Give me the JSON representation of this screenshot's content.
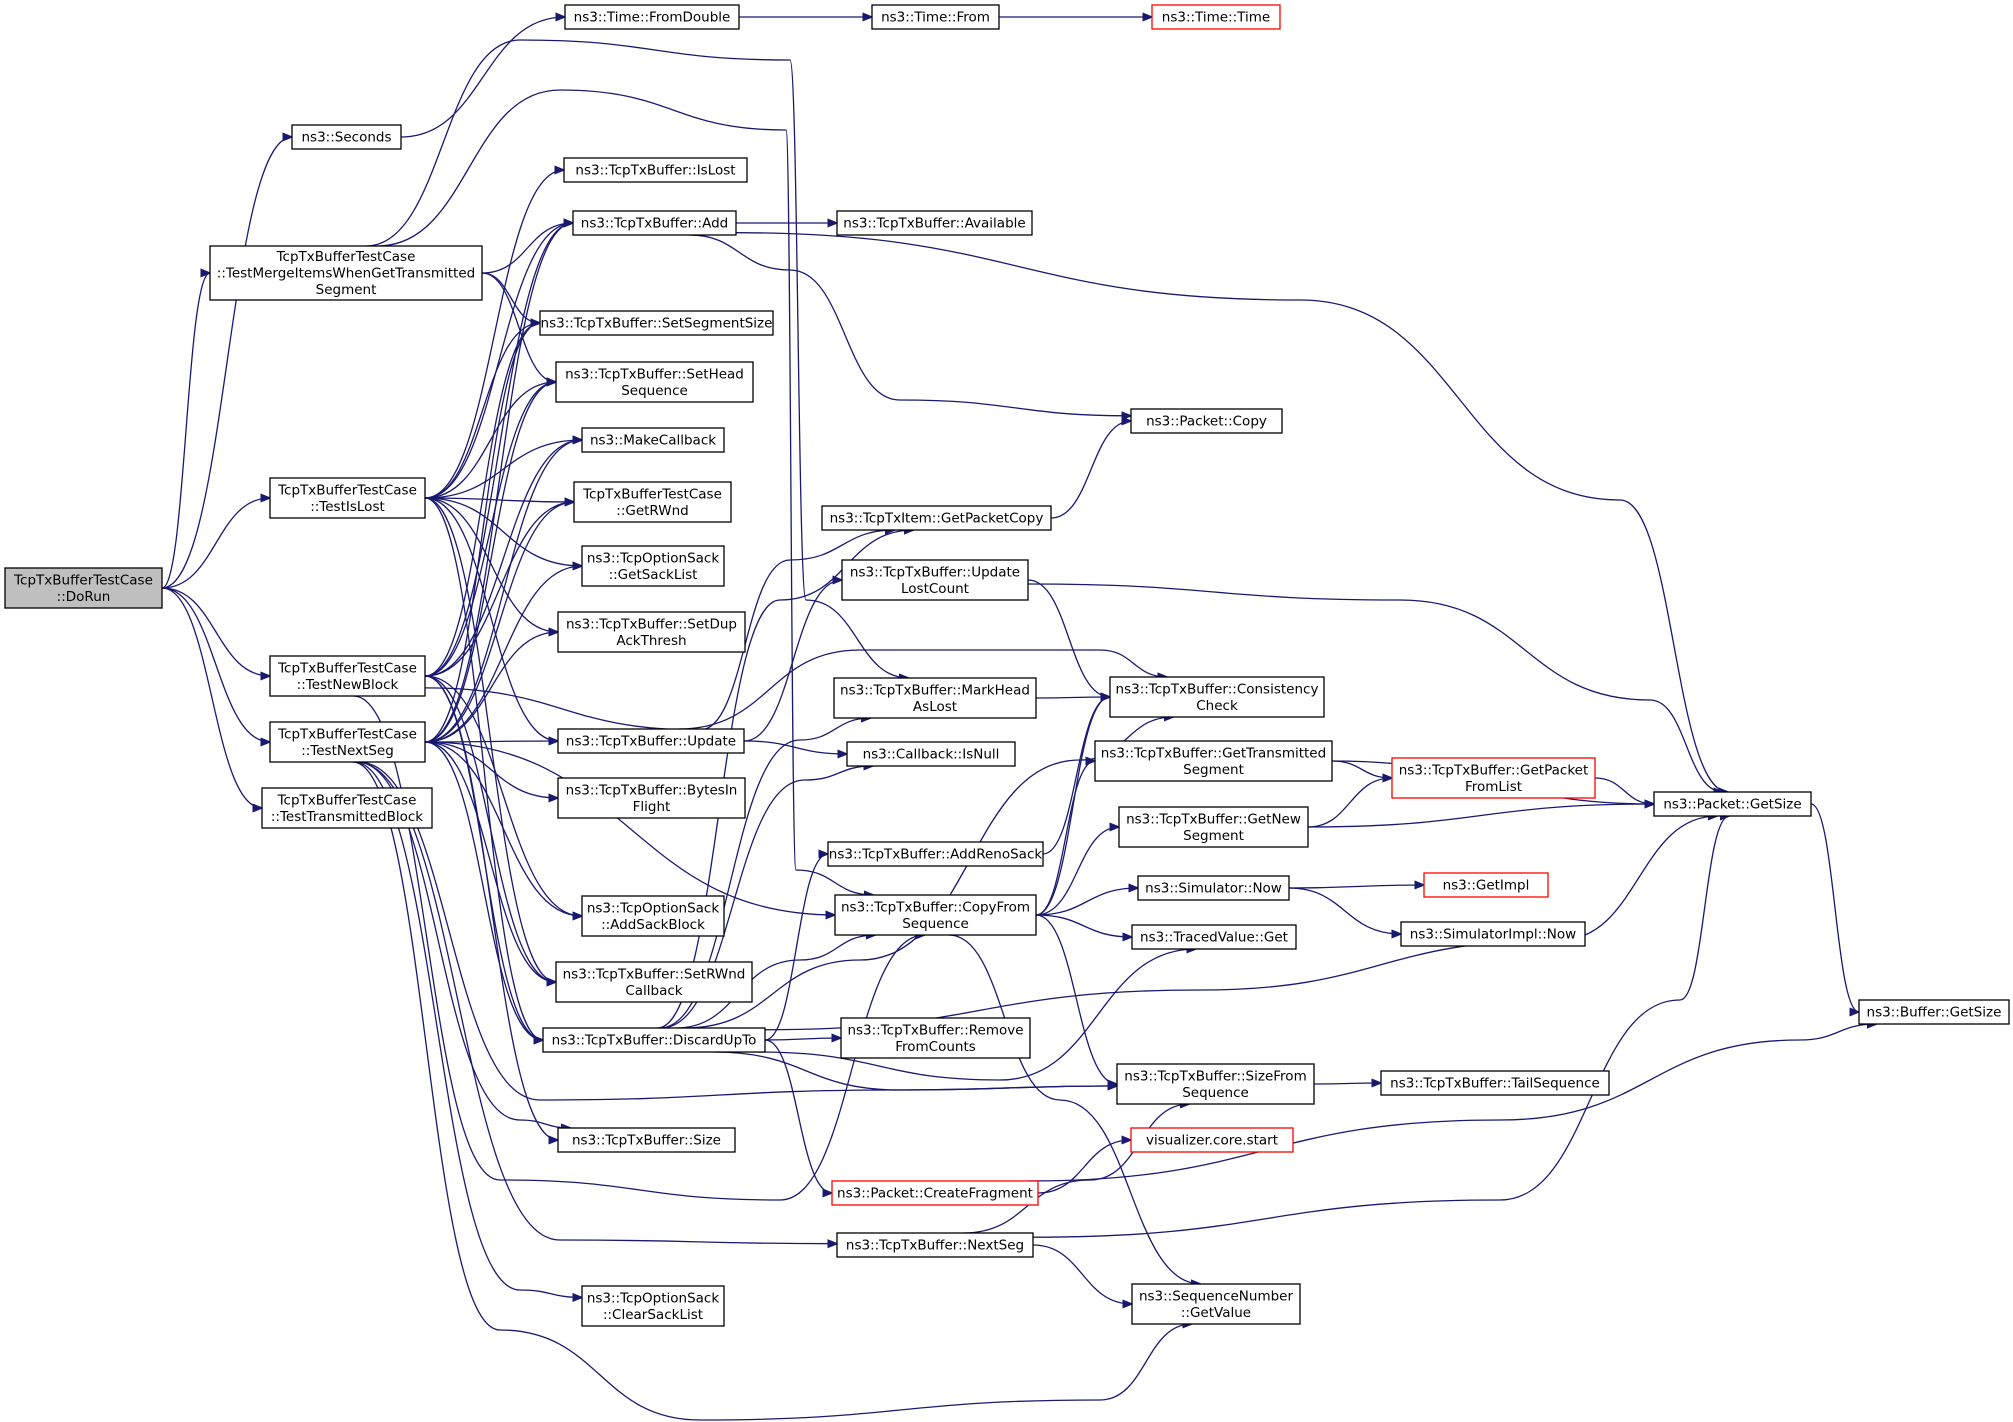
{
  "graph": {
    "colors": {
      "edge": "#191970",
      "root_fill": "#bfbfbf",
      "missing_border": "#ff0000"
    },
    "nodes": [
      {
        "id": "dorun",
        "lines": [
          "TcpTxBufferTestCase",
          "::DoRun"
        ],
        "style": "root"
      },
      {
        "id": "seconds",
        "lines": [
          "ns3::Seconds"
        ]
      },
      {
        "id": "fromdouble",
        "lines": [
          "ns3::Time::FromDouble"
        ]
      },
      {
        "id": "timefrom",
        "lines": [
          "ns3::Time::From"
        ]
      },
      {
        "id": "timetime",
        "lines": [
          "ns3::Time::Time"
        ],
        "style": "red"
      },
      {
        "id": "testmerge",
        "lines": [
          "TcpTxBufferTestCase",
          "::TestMergeItemsWhenGetTransmitted",
          "Segment"
        ]
      },
      {
        "id": "testislost",
        "lines": [
          "TcpTxBufferTestCase",
          "::TestIsLost"
        ]
      },
      {
        "id": "testnewblock",
        "lines": [
          "TcpTxBufferTestCase",
          "::TestNewBlock"
        ]
      },
      {
        "id": "testnextseg",
        "lines": [
          "TcpTxBufferTestCase",
          "::TestNextSeg"
        ]
      },
      {
        "id": "testtransmitted",
        "lines": [
          "TcpTxBufferTestCase",
          "::TestTransmittedBlock"
        ]
      },
      {
        "id": "islost",
        "lines": [
          "ns3::TcpTxBuffer::IsLost"
        ]
      },
      {
        "id": "add",
        "lines": [
          "ns3::TcpTxBuffer::Add"
        ]
      },
      {
        "id": "available",
        "lines": [
          "ns3::TcpTxBuffer::Available"
        ]
      },
      {
        "id": "setsegsize",
        "lines": [
          "ns3::TcpTxBuffer::SetSegmentSize"
        ]
      },
      {
        "id": "sethead",
        "lines": [
          "ns3::TcpTxBuffer::SetHead",
          "Sequence"
        ]
      },
      {
        "id": "makecallback",
        "lines": [
          "ns3::MakeCallback"
        ]
      },
      {
        "id": "getrwnd",
        "lines": [
          "TcpTxBufferTestCase",
          "::GetRWnd"
        ]
      },
      {
        "id": "getsacklist",
        "lines": [
          "ns3::TcpOptionSack",
          "::GetSackList"
        ]
      },
      {
        "id": "setdup",
        "lines": [
          "ns3::TcpTxBuffer::SetDup",
          "AckThresh"
        ]
      },
      {
        "id": "update",
        "lines": [
          "ns3::TcpTxBuffer::Update"
        ]
      },
      {
        "id": "bytesinflight",
        "lines": [
          "ns3::TcpTxBuffer::BytesIn",
          "Flight"
        ]
      },
      {
        "id": "addsackblock",
        "lines": [
          "ns3::TcpOptionSack",
          "::AddSackBlock"
        ]
      },
      {
        "id": "setrwnd",
        "lines": [
          "ns3::TcpTxBuffer::SetRWnd",
          "Callback"
        ]
      },
      {
        "id": "discard",
        "lines": [
          "ns3::TcpTxBuffer::DiscardUpTo"
        ]
      },
      {
        "id": "size",
        "lines": [
          "ns3::TcpTxBuffer::Size"
        ]
      },
      {
        "id": "clearsack",
        "lines": [
          "ns3::TcpOptionSack",
          "::ClearSackList"
        ]
      },
      {
        "id": "packetcopy",
        "lines": [
          "ns3::Packet::Copy"
        ]
      },
      {
        "id": "getpacketcopy",
        "lines": [
          "ns3::TcpTxItem::GetPacketCopy"
        ]
      },
      {
        "id": "updatelost",
        "lines": [
          "ns3::TcpTxBuffer::Update",
          "LostCount"
        ]
      },
      {
        "id": "markhead",
        "lines": [
          "ns3::TcpTxBuffer::MarkHead",
          "AsLost"
        ]
      },
      {
        "id": "isnull",
        "lines": [
          "ns3::Callback::IsNull"
        ]
      },
      {
        "id": "addreno",
        "lines": [
          "ns3::TcpTxBuffer::AddRenoSack"
        ]
      },
      {
        "id": "copyfrom",
        "lines": [
          "ns3::TcpTxBuffer::CopyFrom",
          "Sequence"
        ]
      },
      {
        "id": "removefrom",
        "lines": [
          "ns3::TcpTxBuffer::Remove",
          "FromCounts"
        ]
      },
      {
        "id": "createfrag",
        "lines": [
          "ns3::Packet::CreateFragment"
        ],
        "style": "red"
      },
      {
        "id": "nextseg",
        "lines": [
          "ns3::TcpTxBuffer::NextSeg"
        ]
      },
      {
        "id": "consistency",
        "lines": [
          "ns3::TcpTxBuffer::Consistency",
          "Check"
        ]
      },
      {
        "id": "gettransmitted",
        "lines": [
          "ns3::TcpTxBuffer::GetTransmitted",
          "Segment"
        ]
      },
      {
        "id": "getnewseg",
        "lines": [
          "ns3::TcpTxBuffer::GetNew",
          "Segment"
        ]
      },
      {
        "id": "simnow",
        "lines": [
          "ns3::Simulator::Now"
        ]
      },
      {
        "id": "tracedget",
        "lines": [
          "ns3::TracedValue::Get"
        ]
      },
      {
        "id": "sizefrom",
        "lines": [
          "ns3::TcpTxBuffer::SizeFrom",
          "Sequence"
        ]
      },
      {
        "id": "vizstart",
        "lines": [
          "visualizer.core.start"
        ],
        "style": "red"
      },
      {
        "id": "seqgetvalue",
        "lines": [
          "ns3::SequenceNumber",
          "::GetValue"
        ]
      },
      {
        "id": "getpacketfrom",
        "lines": [
          "ns3::TcpTxBuffer::GetPacket",
          "FromList"
        ],
        "style": "red"
      },
      {
        "id": "packetgetsize",
        "lines": [
          "ns3::Packet::GetSize"
        ]
      },
      {
        "id": "getimpl",
        "lines": [
          "ns3::GetImpl"
        ],
        "style": "red"
      },
      {
        "id": "simimplnow",
        "lines": [
          "ns3::SimulatorImpl::Now"
        ]
      },
      {
        "id": "tailseq",
        "lines": [
          "ns3::TcpTxBuffer::TailSequence"
        ]
      },
      {
        "id": "buffergetsize",
        "lines": [
          "ns3::Buffer::GetSize"
        ]
      }
    ],
    "edges": [
      [
        "dorun",
        "seconds"
      ],
      [
        "dorun",
        "testmerge"
      ],
      [
        "dorun",
        "testislost"
      ],
      [
        "dorun",
        "testnewblock"
      ],
      [
        "dorun",
        "testnextseg"
      ],
      [
        "dorun",
        "testtransmitted"
      ],
      [
        "seconds",
        "fromdouble"
      ],
      [
        "fromdouble",
        "timefrom"
      ],
      [
        "timefrom",
        "timetime"
      ],
      [
        "testmerge",
        "add"
      ],
      [
        "testmerge",
        "setsegsize"
      ],
      [
        "testmerge",
        "sethead"
      ],
      [
        "testmerge",
        "markhead"
      ],
      [
        "testmerge",
        "copyfrom"
      ],
      [
        "testislost",
        "islost"
      ],
      [
        "testislost",
        "add"
      ],
      [
        "testislost",
        "setsegsize"
      ],
      [
        "testislost",
        "sethead"
      ],
      [
        "testislost",
        "makecallback"
      ],
      [
        "testislost",
        "getrwnd"
      ],
      [
        "testislost",
        "getsacklist"
      ],
      [
        "testislost",
        "setdup"
      ],
      [
        "testislost",
        "update"
      ],
      [
        "testislost",
        "discard"
      ],
      [
        "testislost",
        "setrwnd"
      ],
      [
        "testnewblock",
        "add"
      ],
      [
        "testnewblock",
        "setsegsize"
      ],
      [
        "testnewblock",
        "sethead"
      ],
      [
        "testnewblock",
        "makecallback"
      ],
      [
        "testnewblock",
        "getrwnd"
      ],
      [
        "testnewblock",
        "getpacketcopy"
      ],
      [
        "testnewblock",
        "addsackblock"
      ],
      [
        "testnewblock",
        "setrwnd"
      ],
      [
        "testnewblock",
        "discard"
      ],
      [
        "testnewblock",
        "size"
      ],
      [
        "testnewblock",
        "copyfrom"
      ],
      [
        "testnextseg",
        "add"
      ],
      [
        "testnextseg",
        "setsegsize"
      ],
      [
        "testnextseg",
        "sethead"
      ],
      [
        "testnextseg",
        "makecallback"
      ],
      [
        "testnextseg",
        "getrwnd"
      ],
      [
        "testnextseg",
        "getsacklist"
      ],
      [
        "testnextseg",
        "setdup"
      ],
      [
        "testnextseg",
        "update"
      ],
      [
        "testnextseg",
        "bytesinflight"
      ],
      [
        "testnextseg",
        "addsackblock"
      ],
      [
        "testnextseg",
        "setrwnd"
      ],
      [
        "testnextseg",
        "discard"
      ],
      [
        "testnextseg",
        "size"
      ],
      [
        "testnextseg",
        "clearsack"
      ],
      [
        "testnextseg",
        "copyfrom"
      ],
      [
        "testnextseg",
        "nextseg"
      ],
      [
        "testnextseg",
        "sizefrom"
      ],
      [
        "testnextseg",
        "seqgetvalue"
      ],
      [
        "add",
        "available"
      ],
      [
        "add",
        "packetcopy"
      ],
      [
        "add",
        "packetgetsize"
      ],
      [
        "update",
        "updatelost"
      ],
      [
        "update",
        "consistency"
      ],
      [
        "update",
        "isnull"
      ],
      [
        "discard",
        "getpacketcopy"
      ],
      [
        "discard",
        "markhead"
      ],
      [
        "discard",
        "isnull"
      ],
      [
        "discard",
        "addreno"
      ],
      [
        "discard",
        "copyfrom"
      ],
      [
        "discard",
        "removefrom"
      ],
      [
        "discard",
        "consistency"
      ],
      [
        "discard",
        "createfrag"
      ],
      [
        "discard",
        "sizefrom"
      ],
      [
        "discard",
        "tracedget"
      ],
      [
        "discard",
        "packetgetsize"
      ],
      [
        "getpacketcopy",
        "packetcopy"
      ],
      [
        "updatelost",
        "consistency"
      ],
      [
        "updatelost",
        "packetgetsize"
      ],
      [
        "markhead",
        "consistency"
      ],
      [
        "addreno",
        "consistency"
      ],
      [
        "copyfrom",
        "consistency"
      ],
      [
        "copyfrom",
        "gettransmitted"
      ],
      [
        "copyfrom",
        "getnewseg"
      ],
      [
        "copyfrom",
        "simnow"
      ],
      [
        "copyfrom",
        "tracedget"
      ],
      [
        "copyfrom",
        "sizefrom"
      ],
      [
        "copyfrom",
        "seqgetvalue"
      ],
      [
        "gettransmitted",
        "getpacketfrom"
      ],
      [
        "gettransmitted",
        "packetgetsize"
      ],
      [
        "getnewseg",
        "getpacketfrom"
      ],
      [
        "getnewseg",
        "packetgetsize"
      ],
      [
        "getpacketfrom",
        "packetgetsize"
      ],
      [
        "simnow",
        "getimpl"
      ],
      [
        "simnow",
        "simimplnow"
      ],
      [
        "sizefrom",
        "tailseq"
      ],
      [
        "createfrag",
        "vizstart"
      ],
      [
        "createfrag",
        "buffergetsize"
      ],
      [
        "nextseg",
        "sizefrom"
      ],
      [
        "nextseg",
        "seqgetvalue"
      ],
      [
        "nextseg",
        "packetgetsize"
      ],
      [
        "packetgetsize",
        "buffergetsize"
      ]
    ]
  }
}
